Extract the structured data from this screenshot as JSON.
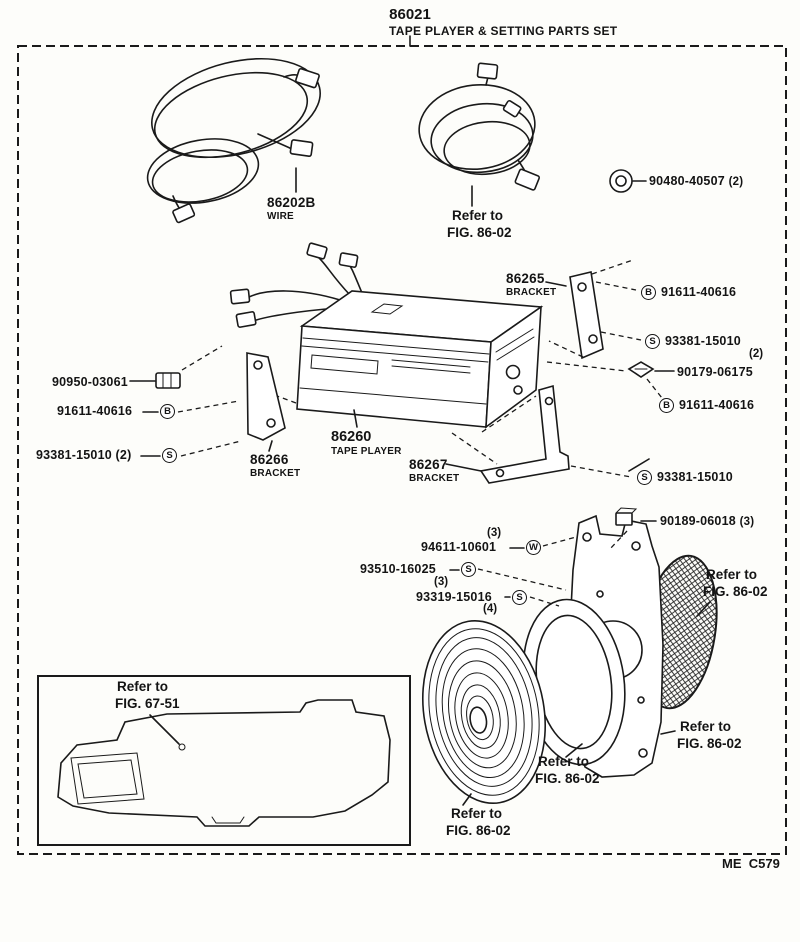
{
  "header": {
    "part_number": "86021",
    "set_title": "TAPE PLAYER & SETTING PARTS SET"
  },
  "footer": {
    "code": "ME  C579"
  },
  "parts": {
    "wire": {
      "num": "86202B",
      "name": "WIRE"
    },
    "tape_player": {
      "num": "86260",
      "name": "TAPE PLAYER"
    },
    "bracket_upper": {
      "num": "86265",
      "name": "BRACKET"
    },
    "bracket_left": {
      "num": "86266",
      "name": "BRACKET"
    },
    "bracket_lower": {
      "num": "86267",
      "name": "BRACKET"
    },
    "grommet": {
      "num": "90480-40507",
      "qty": "(2)"
    },
    "bolt_upper_right": {
      "num": "91611-40616",
      "symbol": "B"
    },
    "screw_right": {
      "num": "93381-15010",
      "qty": "(2)",
      "symbol": "S"
    },
    "clip_right": {
      "num": "90179-06175"
    },
    "bolt_mid_right": {
      "num": "91611-40616",
      "symbol": "B"
    },
    "connector_left": {
      "num": "90950-03061"
    },
    "bolt_left": {
      "num": "91611-40616",
      "symbol": "B"
    },
    "screw_left": {
      "num": "93381-15010 (2)",
      "symbol": "S"
    },
    "screw_lower_right": {
      "num": "93381-15010",
      "symbol": "S"
    },
    "clip_speaker": {
      "num": "90189-06018",
      "qty": "(3)"
    },
    "washer_speaker": {
      "num": "94611-10601",
      "qty": "(3)",
      "symbol": "W"
    },
    "screw_speaker_front": {
      "num": "93510-16025",
      "qty": "(3)",
      "symbol": "S"
    },
    "screw_speaker_ring": {
      "num": "93319-15016",
      "qty": "(4)",
      "symbol": "S"
    }
  },
  "refs": {
    "fig_86_02": {
      "line1": "Refer to",
      "line2": "FIG. 86-02"
    },
    "fig_67_51": {
      "line1": "Refer to",
      "line2": "FIG. 67-51"
    }
  }
}
